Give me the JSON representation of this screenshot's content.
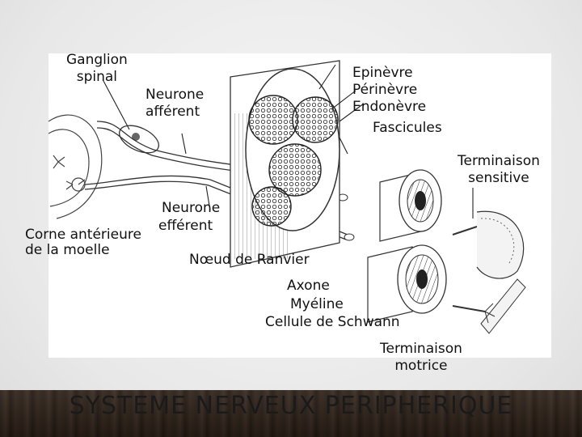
{
  "labels": {
    "ganglion": "Ganglion\nspinal",
    "afferent": "Neurone\nafférent",
    "layers": "Epinèvre\nPérinèvre\nEndonèvre",
    "fascicules": "Fascicules",
    "terminaison_sensitive": "Terminaison\nsensitive",
    "efferent": "Neurone",
    "efferent2": "efférent",
    "corne": "Corne antérieure",
    "moelle": "de la moelle",
    "ranvier": "Nœud de Ranvier",
    "axone": "Axone",
    "myeline": "Myéline",
    "schwann": "Cellule de Schwann",
    "terminaison_motrice": "Terminaison\nmotrice"
  },
  "title": "SYSTEME NERVEUX PERIPHERIQUE"
}
